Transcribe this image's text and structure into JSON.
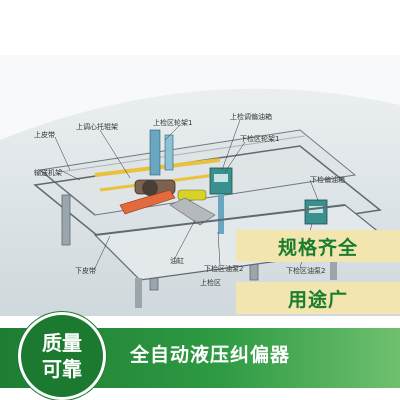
{
  "diagram": {
    "labels": {
      "upper_belt": "上皮带",
      "upper_tuning_bracket": "上调心托辊架",
      "upper_check_roller_1": "上检区轮架1",
      "upper_pump_box": "上检调偏油箱",
      "lower_check_roller_1": "下检区轮架1",
      "conveyor": "输送机架",
      "lower_pump_box": "下检偏油箱",
      "cylinder": "油缸",
      "lower_belt": "下皮带",
      "lower_pump_2a": "下检区油泵2",
      "lower_pump_2b": "下检区油泵2",
      "upper_check_partial": "上检区"
    }
  },
  "badges": {
    "specs": "规格齐全",
    "usage": "用途广"
  },
  "banner": {
    "quality_line1": "质量",
    "quality_line2": "可靠",
    "product_name": "全自动液压纠偏器"
  },
  "colors": {
    "green_dark": "#1b7a30",
    "green_light": "#6fc06f",
    "badge_bg": "#f3e5b0",
    "badge_text": "#1a7d2e"
  }
}
